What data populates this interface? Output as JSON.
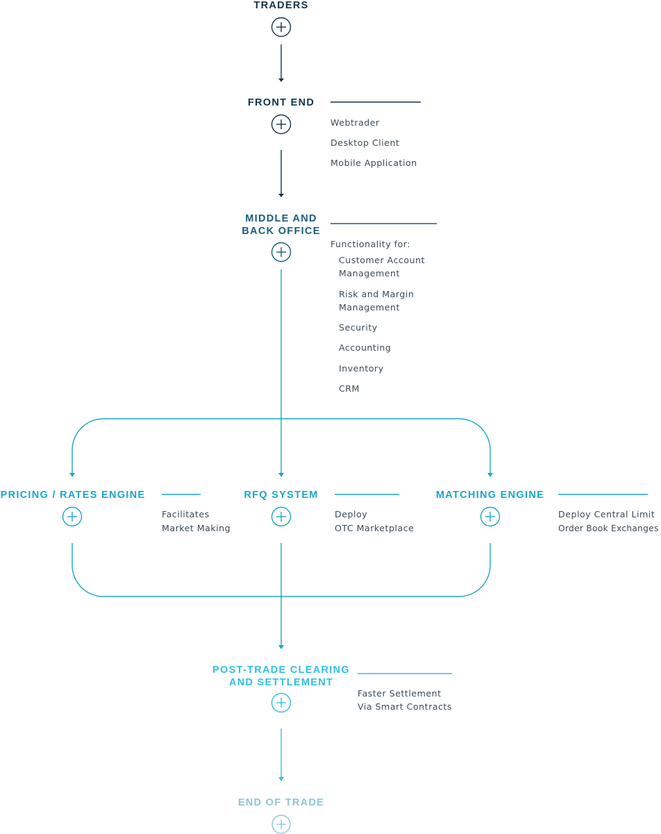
{
  "colors": {
    "traders": "#12344d",
    "front_end": "#12344d",
    "middle": "#175e78",
    "engines": "#1ba5c7",
    "post_trade": "#2ec0e3",
    "end": "#8ec4dc",
    "text": "#3b4a56"
  },
  "nodes": {
    "traders": {
      "title": "TRADERS",
      "icon": "plus-circle-icon"
    },
    "front_end": {
      "title": "FRONT END",
      "icon": "plus-circle-icon",
      "items": [
        "Webtrader",
        "Desktop Client",
        "Mobile Application"
      ]
    },
    "middle_back_office": {
      "title_lines": [
        "MIDDLE AND",
        "BACK OFFICE"
      ],
      "icon": "plus-circle-icon",
      "intro": "Functionality for:",
      "items": [
        "Customer Account",
        "Management",
        "Risk and Margin",
        "Management",
        "Security",
        "Accounting",
        "Inventory",
        "CRM"
      ]
    },
    "pricing": {
      "title": "PRICING / RATES ENGINE",
      "icon": "plus-circle-icon",
      "items": [
        "Facilitates",
        "Market Making"
      ]
    },
    "rfq": {
      "title": "RFQ SYSTEM",
      "icon": "plus-circle-icon",
      "items": [
        "Deploy",
        "OTC Marketplace"
      ]
    },
    "matching": {
      "title": "MATCHING ENGINE",
      "icon": "plus-circle-icon",
      "items": [
        "Deploy Central Limit",
        "Order Book Exchanges"
      ]
    },
    "post_trade": {
      "title_lines": [
        "POST-TRADE CLEARING",
        "AND SETTLEMENT"
      ],
      "icon": "plus-circle-icon",
      "items": [
        "Faster Settlement",
        "Via Smart Contracts"
      ]
    },
    "end": {
      "title": "END OF TRADE",
      "icon": "plus-circle-icon"
    }
  }
}
